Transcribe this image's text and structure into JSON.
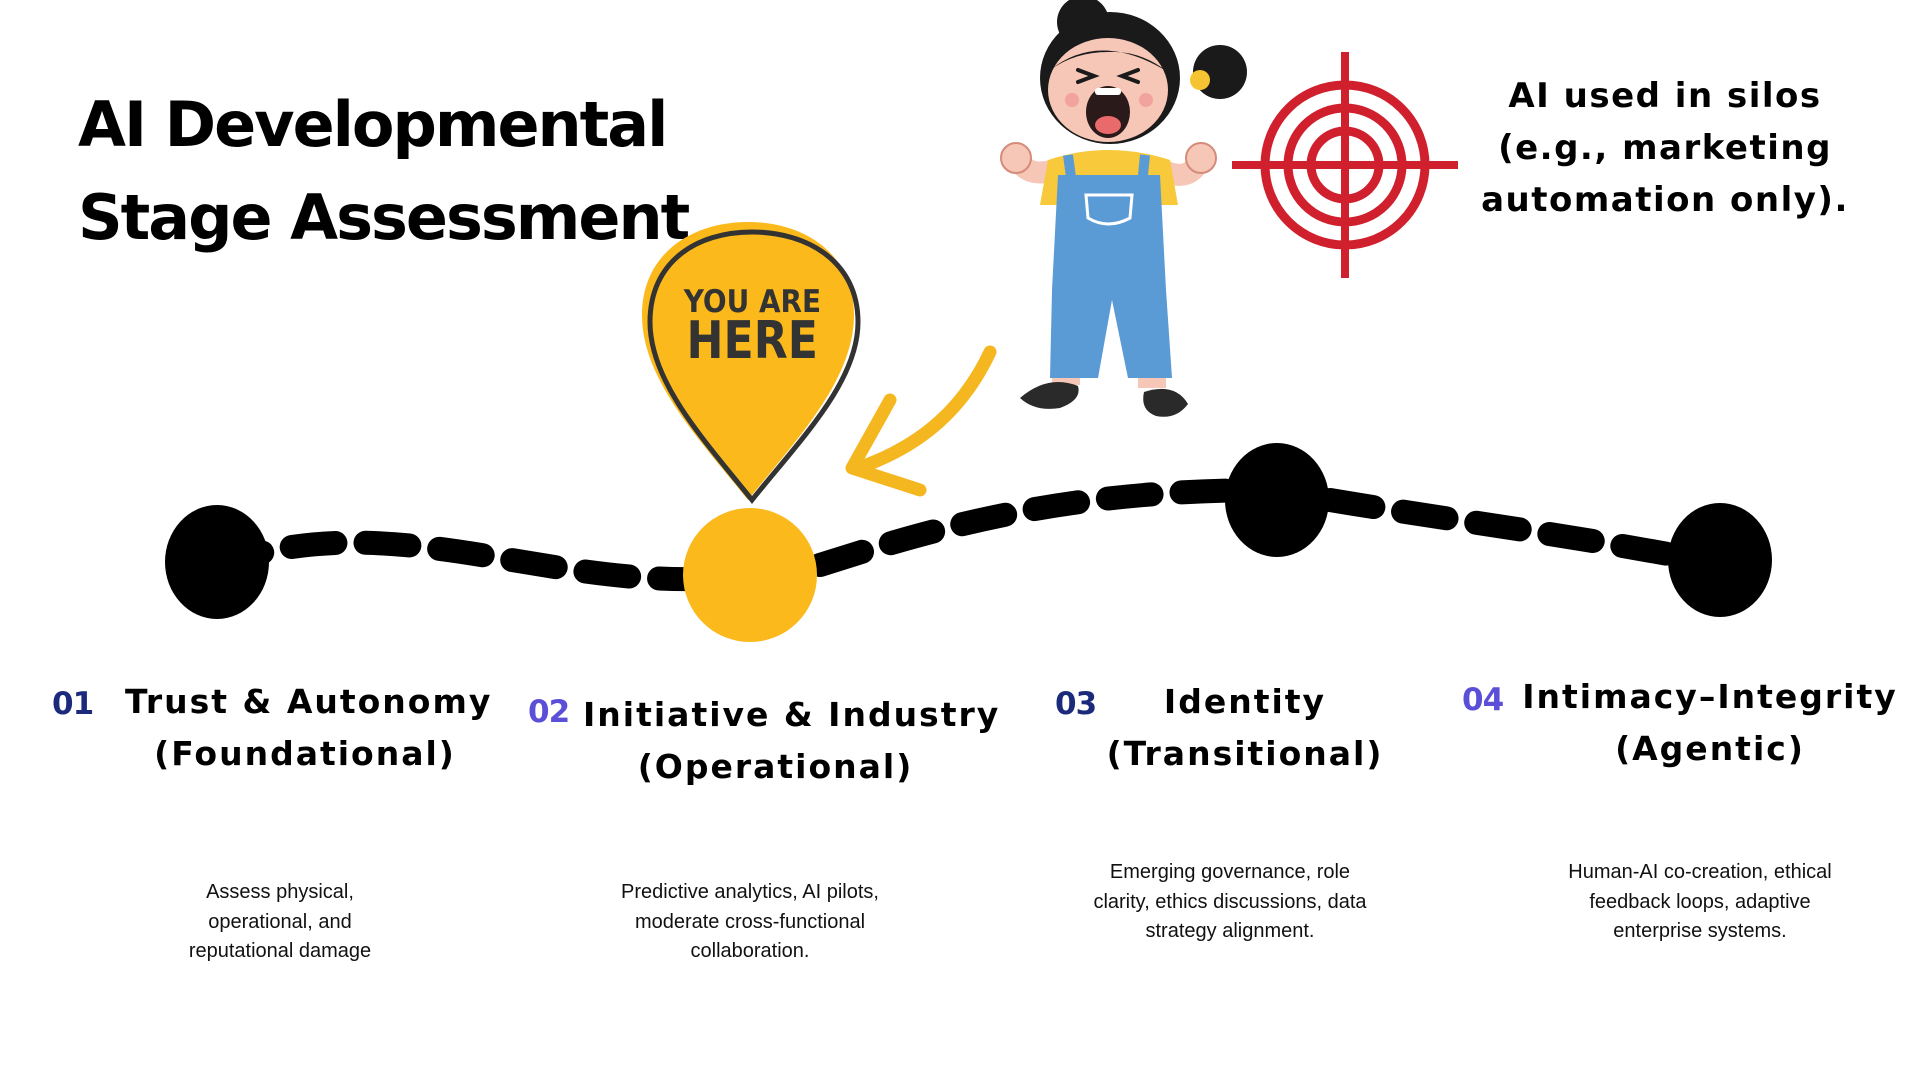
{
  "title": {
    "line1": "AI Developmental",
    "line2": "Stage Assessment"
  },
  "callout": {
    "lines": [
      "AI used in silos",
      "(e.g., marketing",
      "automation only)."
    ]
  },
  "marker": {
    "line1": "YOU ARE",
    "line2": "HERE",
    "color": "#FBB91C",
    "current_stage": "02"
  },
  "colors": {
    "stage_number_dark": "#1B2A7B",
    "stage_number_light": "#5A4FD6",
    "target": "#D0202E",
    "arrow": "#F5B71F"
  },
  "icons": {
    "target": "crosshair-target-icon",
    "child": "crying-girl-illustration",
    "arrow": "curved-arrow-icon",
    "pin": "location-pin-icon"
  },
  "stages": [
    {
      "number": "01",
      "title_line1": "Trust & Autonomy",
      "title_line2": "(Foundational)",
      "desc": [
        "Assess physical,",
        "operational, and",
        "reputational damage"
      ]
    },
    {
      "number": "02",
      "title_line1": "Initiative & Industry",
      "title_line2": "(Operational)",
      "desc": [
        "Predictive analytics, AI pilots,",
        "moderate cross-functional",
        "collaboration."
      ]
    },
    {
      "number": "03",
      "title_line1": "Identity",
      "title_line2": "(Transitional)",
      "desc": [
        "Emerging governance, role",
        "clarity, ethics discussions, data",
        "strategy alignment."
      ]
    },
    {
      "number": "04",
      "title_line1": "Intimacy–Integrity",
      "title_line2": "(Agentic)",
      "desc": [
        "Human-AI co-creation, ethical",
        "feedback loops, adaptive",
        "enterprise systems."
      ]
    }
  ]
}
